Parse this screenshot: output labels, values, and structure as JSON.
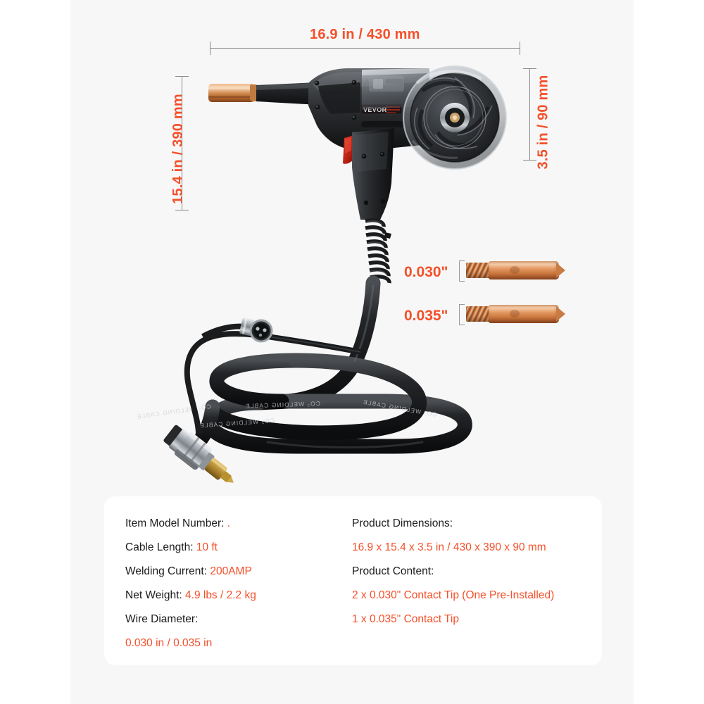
{
  "product": {
    "name": "MIG Welding Spool Gun",
    "brand": "VEVOR",
    "cable_print": "CO₂ WELDING CABLE"
  },
  "colors": {
    "accent": "#f4502a",
    "canvas": "#f7f7f7",
    "card": "#ffffff",
    "text": "#1b1b1b",
    "dimension_line": "#8a8a8a"
  },
  "dimensions": {
    "width_label": "16.9 in / 430 mm",
    "height_label": "15.4 in / 390 mm",
    "depth_label": "3.5 in / 90 mm"
  },
  "callouts": {
    "tip_small": "0.030\"",
    "tip_large": "0.035\""
  },
  "spec_card": {
    "left_column": [
      {
        "key": "Item Model Number:",
        "value": "."
      },
      {
        "key": "Cable Length:",
        "value": "10 ft"
      },
      {
        "key": "Welding Current:",
        "value": "200AMP"
      },
      {
        "key": "Net Weight:",
        "value": "4.9 lbs / 2.2  kg"
      },
      {
        "key": "Wire Diameter:",
        "value": ""
      },
      {
        "key": "",
        "value": "0.030 in / 0.035 in"
      }
    ],
    "right_column": [
      {
        "key": "Product Dimensions:",
        "value": ""
      },
      {
        "key": "",
        "value": "16.9 x 15.4 x 3.5 in / 430 x 390 x 90 mm"
      },
      {
        "key": "Product Content:",
        "value": ""
      },
      {
        "key": "",
        "value": "2 x 0.030\" Contact Tip (One Pre-Installed)"
      },
      {
        "key": "",
        "value": "1 x 0.035\" Contact Tip"
      }
    ]
  }
}
